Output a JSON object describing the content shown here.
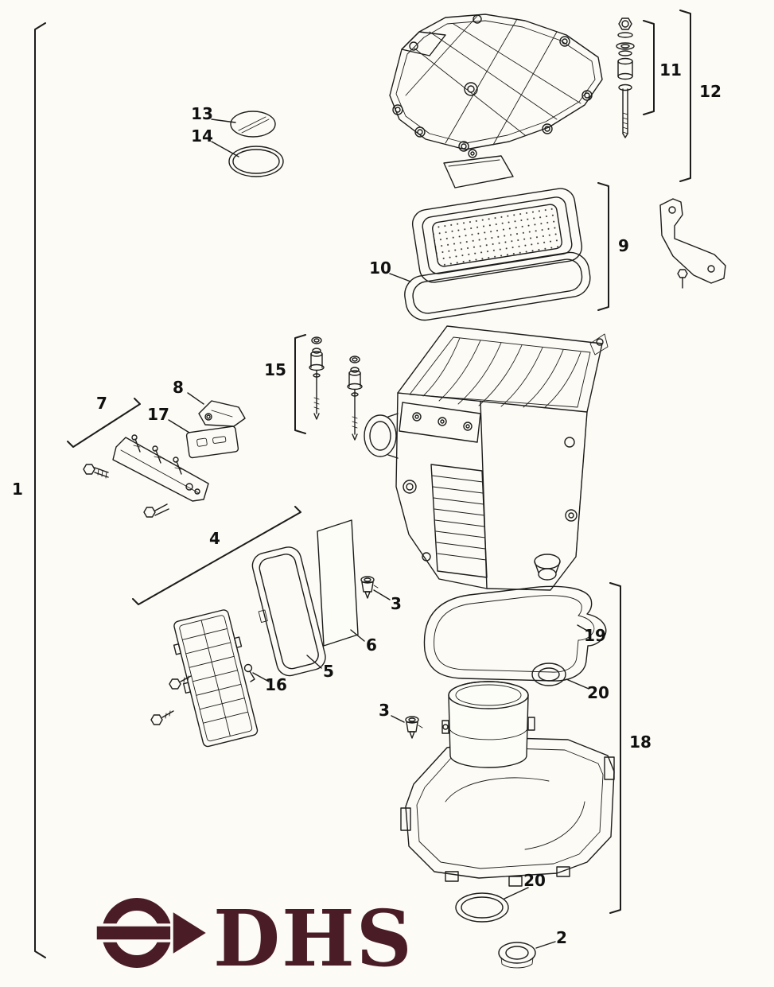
{
  "figure": {
    "type": "exploded-parts-diagram",
    "background": "#fcfbf5",
    "line_color": "#1c1c1c"
  },
  "logo": {
    "text": "DHS",
    "color": "#4a1c26"
  },
  "callouts": {
    "n1": "1",
    "n2": "2",
    "n3a": "3",
    "n3b": "3",
    "n4": "4",
    "n5": "5",
    "n6": "6",
    "n7": "7",
    "n8": "8",
    "n9": "9",
    "n10": "10",
    "n11": "11",
    "n12": "12",
    "n13": "13",
    "n14": "14",
    "n15": "15",
    "n16": "16",
    "n17": "17",
    "n18": "18",
    "n19": "19",
    "n20a": "20",
    "n20b": "20"
  }
}
